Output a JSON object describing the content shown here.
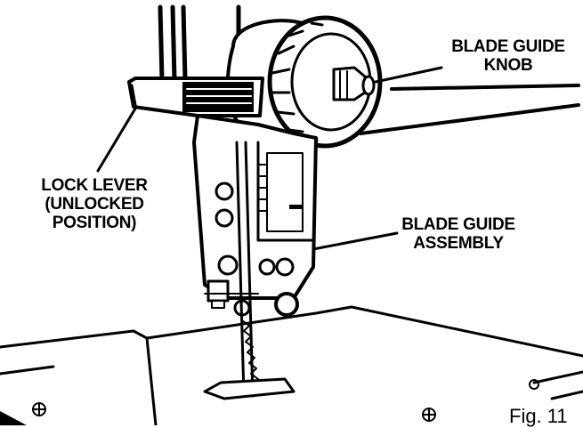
{
  "labels": {
    "blade_guide_knob": [
      "BLADE GUIDE",
      "KNOB"
    ],
    "lock_lever": [
      "LOCK LEVER",
      "(UNLOCKED",
      "POSITION)"
    ],
    "blade_guide_assembly": [
      "BLADE GUIDE",
      "ASSEMBLY"
    ]
  },
  "figure_label": "Fig. 11",
  "colors": {
    "ink": "#000000",
    "paper": "#ffffff"
  }
}
